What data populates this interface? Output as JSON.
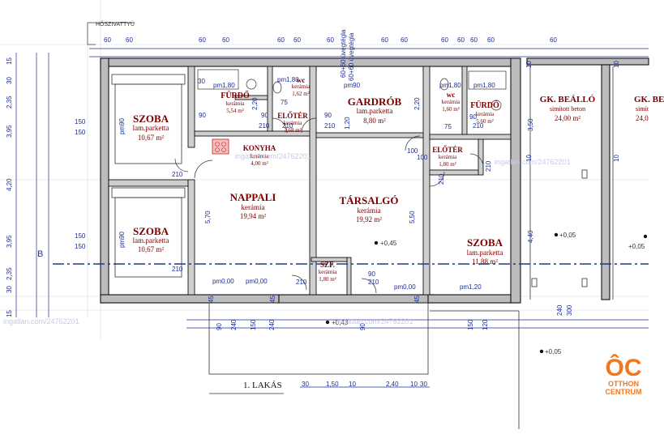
{
  "plan_title": "1. LAKÁS",
  "header_note": "HŐSZIVATTYÚ",
  "axis_label": "B",
  "rooms": {
    "szoba1": {
      "name": "SZOBA",
      "material": "lam.parketta",
      "area": "10,67 m²"
    },
    "szoba2": {
      "name": "SZOBA",
      "material": "lam.parketta",
      "area": "10,67 m²"
    },
    "furdo1": {
      "name": "FÜRDŐ",
      "material": "kerámia",
      "area": "5,54 m²"
    },
    "wc1": {
      "name": "wc",
      "material": "kerámia",
      "area": "1,62 m²"
    },
    "eloter1": {
      "name": "ELŐTÉR",
      "material": "kerámia",
      "area": "1,68 m²"
    },
    "konyha": {
      "name": "KONYHA",
      "material": "kerámia",
      "area": "4,00 m²"
    },
    "gardrob": {
      "name": "GARDRÓB",
      "material": "lam.parketta",
      "area": "8,80 m²"
    },
    "nappali": {
      "name": "NAPPALI",
      "material": "kerámia",
      "area": "19,94 m²"
    },
    "tarsalgo": {
      "name": "TÁRSALGÓ",
      "material": "kerámia",
      "area": "19,92 m²"
    },
    "szf": {
      "name": "SZF.",
      "material": "kerámia",
      "area": "1,80 m²"
    },
    "wc2": {
      "name": "wc",
      "material": "kerámia",
      "area": "1,60 m²"
    },
    "furdo2": {
      "name": "FÜRDŐ",
      "material": "kerámia",
      "area": "5,60 m²"
    },
    "eloter2": {
      "name": "ELŐTÉR",
      "material": "kerámia",
      "area": "1,80 m²"
    },
    "szoba3": {
      "name": "SZOBA",
      "material": "lam.parketta",
      "area": "11,88 m²"
    },
    "gkbeallo": {
      "name": "GK. BEÁLLÓ",
      "material": "simított beton",
      "area": "24,00 m²"
    },
    "gkbeallo2": {
      "name": "GK. BE",
      "material": "simít",
      "area": "24,0"
    }
  },
  "top_dims": [
    "60",
    "60",
    "60",
    "60",
    "60",
    "60",
    "60",
    "60",
    "60",
    "60",
    "60",
    "60",
    "60",
    "60"
  ],
  "glass_note_1": "60+60 üvegtégla",
  "glass_note_2": "60+60 üvegtégla",
  "left_dims": [
    "15",
    "30",
    "2,35",
    "3,95",
    "4,20",
    "3,95",
    "2,35",
    "30",
    "15"
  ],
  "left_inner": [
    "150",
    "150",
    "150",
    "150"
  ],
  "inner_dims": [
    "30",
    "90",
    "90",
    "90",
    "90",
    "75",
    "210",
    "210",
    "210",
    "210",
    "210",
    "210",
    "210",
    "210",
    "1,20",
    "2,20",
    "100",
    "100",
    "5,70",
    "5,50",
    "3,50",
    "4,40",
    "75",
    "90",
    "210",
    "210",
    "2,20",
    "10",
    "10",
    "10",
    "10"
  ],
  "floor_levels": [
    "pm1,80",
    "pm1,80",
    "pm1,80",
    "pm0,00",
    "pm0,00",
    "pm0,00",
    "pm1,20",
    "pm1,80",
    "pm90",
    "pm90",
    "pm90"
  ],
  "spot_levels": [
    "+0,45",
    "+0,43",
    "+0,05",
    "+0,05",
    "+0,05"
  ],
  "bottom_dims": [
    "45",
    "90",
    "240",
    "150",
    "240",
    "90",
    "45",
    "45",
    "150",
    "120",
    "30",
    "1,50",
    "10",
    "2,40",
    "10",
    "30",
    "240",
    "300"
  ],
  "watermarks": [
    "ingatlan.com/24762201",
    "ingatlan.com/24762201",
    "ingatlan.com/24762201",
    "ingatlan.com/24762201"
  ],
  "logo": {
    "mark": "ÔC",
    "line1": "OTTHON",
    "line2": "CENTRUM",
    "color": "#f07820"
  },
  "colors": {
    "wall": "#b8b8b8",
    "wall_line": "#111111",
    "dim": "#1a2d9a",
    "room_text": "#7a0000",
    "axis": "#1b3a8c",
    "logo": "#f07820"
  }
}
